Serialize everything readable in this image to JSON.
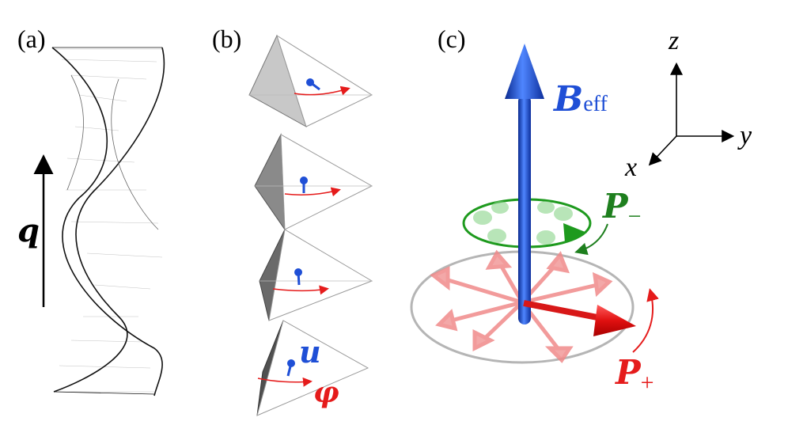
{
  "panels": {
    "a": {
      "label": "(a)",
      "wavevector_symbol": "q"
    },
    "b": {
      "label": "(b)",
      "director_symbol": "u",
      "angle_symbol": "φ"
    },
    "c": {
      "label": "(c)",
      "field_symbol": "B",
      "field_subscript": "eff",
      "minus_symbol": "P",
      "minus_subscript": "−",
      "plus_symbol": "P",
      "plus_subscript": "+",
      "axes": {
        "z": "z",
        "y": "y",
        "x": "x"
      }
    }
  },
  "colors": {
    "blue": "#1f4fd6",
    "red": "#e51b1b",
    "green": "#1e7f1e",
    "gray": "#9a9a9a"
  }
}
